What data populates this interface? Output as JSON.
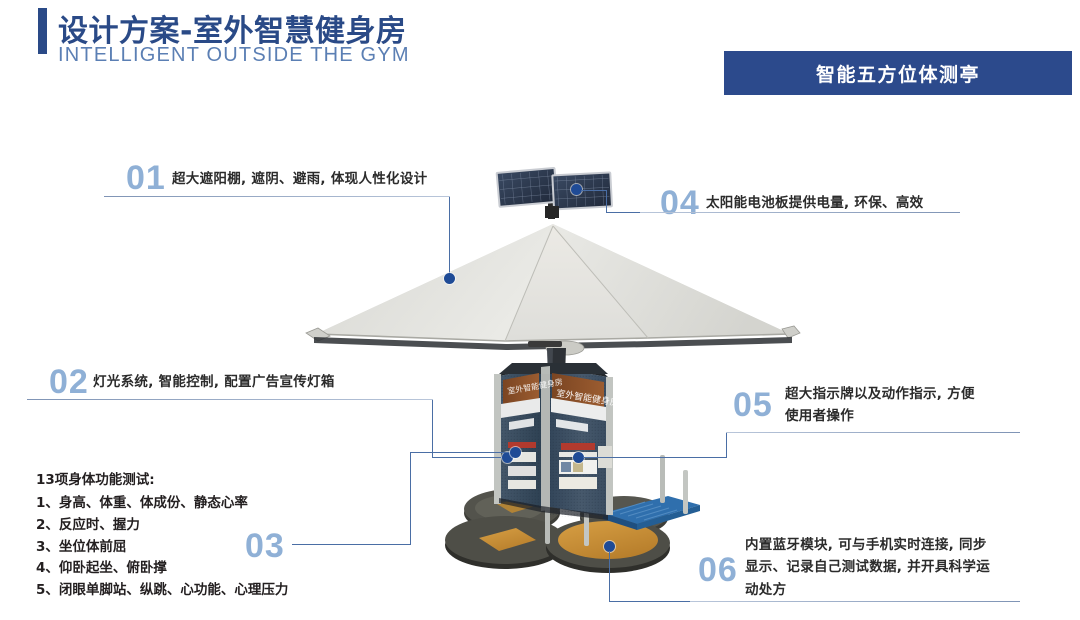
{
  "header": {
    "title": "设计方案-室外智慧健身房",
    "subtitle": "INTELLIGENT  OUTSIDE THE GYM",
    "badge": "智能五方位体测亭",
    "accent_color": "#2a4a87",
    "badge_bg": "#2c4a8c"
  },
  "callouts": [
    {
      "num": "01",
      "text": "超大遮阳棚, 遮阴、避雨, 体现人性化设计"
    },
    {
      "num": "02",
      "text": "灯光系统, 智能控制, 配置广告宣传灯箱"
    },
    {
      "num": "03",
      "text": ""
    },
    {
      "num": "04",
      "text": "太阳能电池板提供电量, 环保、高效"
    },
    {
      "num": "05",
      "text": "超大指示牌以及动作指示, 方便\n使用者操作"
    },
    {
      "num": "06",
      "text": "内置蓝牙模块, 可与手机实时连接, 同步\n显示、记录自己测试数据, 并开具科学运\n动处方"
    }
  ],
  "feature_list": {
    "title": "13项身体功能测试:",
    "items": [
      "1、身高、体重、体成份、静态心率",
      "2、反应时、握力",
      "3、坐位体前屈",
      "4、仰卧起坐、俯卧撑",
      "5、闭眼单脚站、纵跳、心功能、心理压力"
    ]
  },
  "product": {
    "signboard_left": "室外智能健身房",
    "signboard_right": "室外智能健身房",
    "canopy_color": "#e4e4e0",
    "kiosk_color": "#3f5468",
    "sign_color": "#8a4f28",
    "platform_color": "#4a4a45",
    "pad_color": "#c8913a",
    "step_color": "#2f6fad",
    "solar_color": "#2b3b52"
  },
  "colors": {
    "number": "#8fb0d6",
    "leader": "#4a6ea5",
    "dot": "#1f4b96",
    "caption": "#2b2b2b"
  }
}
